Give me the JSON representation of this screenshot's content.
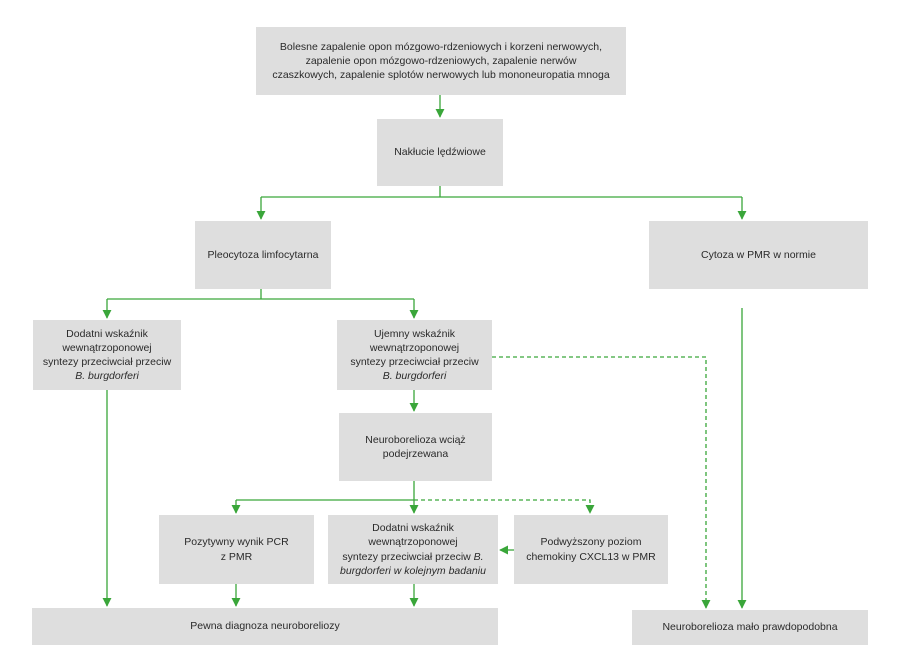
{
  "diagram": {
    "nodes": {
      "start": {
        "lines": [
          "Bolesne zapalenie opon mózgowo-rdzeniowych i korzeni nerwowych,",
          "zapalenie opon mózgowo-rdzeniowych, zapalenie nerwów",
          "czaszkowych, zapalenie splotów nerwowych lub mononeuropatia mnoga"
        ]
      },
      "lumbar": {
        "label": "Nakłucie lędźwiowe"
      },
      "pleo": {
        "label": "Pleocytoza limfocytarna"
      },
      "normal": {
        "label": "Cytoza w PMR w normie"
      },
      "positive": {
        "lines": [
          "Dodatni wskaźnik",
          "wewnątrzoponowej",
          "syntezy przeciwciał przeciw"
        ],
        "italic": "B. burgdorferi"
      },
      "negative": {
        "lines": [
          "Ujemny wskaźnik",
          "wewnątrzoponowej",
          "syntezy przeciwciał przeciw"
        ],
        "italic": "B. burgdorferi"
      },
      "suspected": {
        "lines": [
          "Neuroborelioza wciąż",
          "podejrzewana"
        ]
      },
      "pcr": {
        "lines": [
          "Pozytywny wynik PCR",
          "z PMR"
        ]
      },
      "positive2": {
        "lines": [
          "Dodatni wskaźnik",
          "wewnątrzoponowej"
        ],
        "line3": "syntezy przeciwciał przeciw",
        "italic_a": "B.",
        "italic_b": "burgdorferi w kolejnym badaniu"
      },
      "cxcl": {
        "lines": [
          "Podwyższony poziom",
          "chemokiny CXCL13 w PMR"
        ]
      },
      "certain": {
        "label": "Pewna diagnoza neuroboreliozy"
      },
      "unlikely": {
        "label": "Neuroborelioza mało prawdopodobna"
      }
    },
    "colors": {
      "box": "#dedede",
      "arrow": "#3aa63a",
      "text": "#2a2a2a"
    }
  }
}
